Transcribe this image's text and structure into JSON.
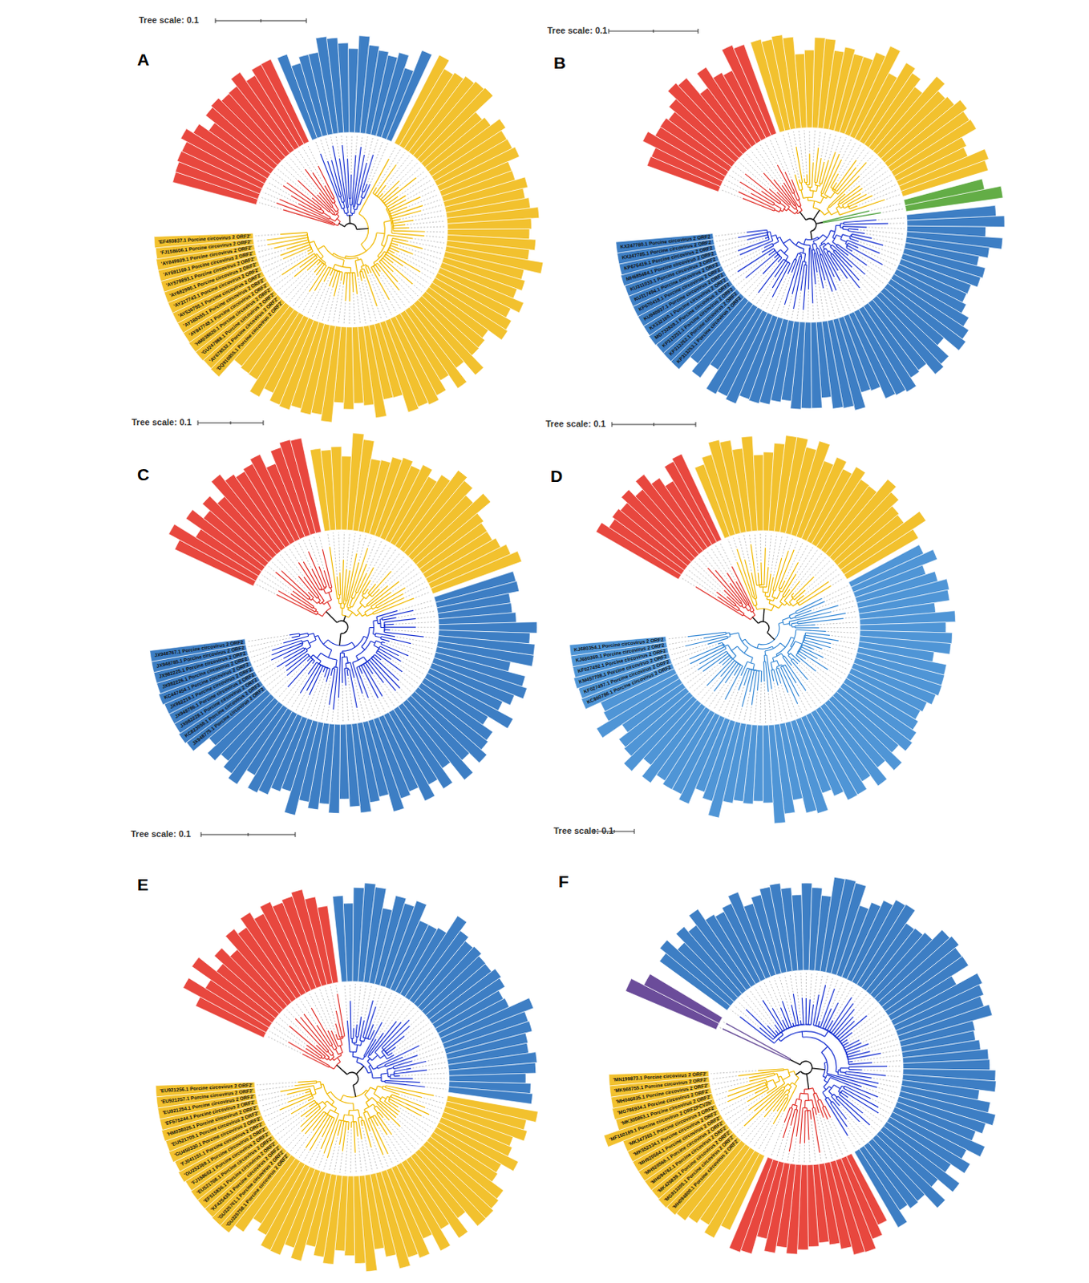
{
  "diagram": {
    "labels": [
      "Tree scale: 0.1",
      "A",
      "'EF493837.1 Porcine circovirus 2 ORF2'",
      "'FJ158606.1 Porcine circovirus 2 ORF2'",
      "'AY849939.1 Porcine circovirus 2 ORF2'",
      "'AY691169.1 Porcine circovirus 2 ORF2'",
      "'AY579893.1 Porcine circovirus 2 ORF2'",
      "'AY682990.1 Porcine circovirus 2 ORF2'",
      "'AY217743.1 Porcine circovirus 2 ORF2'",
      "'AY536755.1 Porcine circovirus 2 ORF2'",
      "'AY188355.1 Porcine circovirus 2 ORF2'",
      "'AY847748.1 Porcine circovirus 2 ORF2'",
      "'HM038020.1 Porcine circovirus 2 ORF2'",
      "'GU247988.1 Porcine circovirus 2 ORF2'",
      "'AY678532.1 Porcine circovirus 2 ORF2'",
      "'DQ910855.1 Porcine circovirus 2 ORF2'",
      "Tree scale: 0.1",
      "B",
      "KX247780.1 Porcine circovirus 2 ORF2",
      "KX247785.1 Porcine circovirus 2 ORF2",
      "KP676419.1 Porcine circovirus 2 ORF2",
      "MH685484.1 Porcine circovirus 2 ORF2",
      "KU311033.1 Porcine circovirus 2 ORF2",
      "KU317494.1 Porcine circovirus 2 ORF2",
      "KP670418.1 Porcine circovirus 2 ORF2",
      "KU940937.1 Porcine circovirus 2 ORF2",
      "KX332160.1 Porcine circovirus 2 ORF2",
      "MG732829.1 Porcine circovirus 2 ORF2",
      "KP313251.1 Porcine circovirus 2 ORF2",
      "KP313252.1 Porcine circovirus 2 ORF2",
      "KP313253.1 Porcine circovirus 2 ORF2",
      "Tree scale: 0.1",
      "C",
      "JX948767.1 Porcine circovirus 2 ORF2",
      "JX948785.1 Porcine circovirus 2 ORF2",
      "JX982225.1 Porcine circovirus 2 ORF2",
      "JX982226.1 Porcine circovirus 2 ORF2",
      "KC447454.1 Porcine circovirus 2 ORF2",
      "JX982219.1 Porcine circovirus 2 ORF2",
      "JX948786.1 Porcine circovirus 2 ORF2",
      "JX982228.1 Porcine circovirus 2 ORF2",
      "KC823059.1 Porcine circovirus 2 ORF2",
      "JX948775.1 Porcine circovirus 2 ORF2",
      "Tree scale: 0.1",
      "D",
      "KJ680354.1 Porcine circovirus 2 ORF2",
      "KJ680369.1 Porcine circovirus 2 ORF2",
      "KF027492.1 Porcine circovirus 2 ORF2",
      "KM457708.1 Porcine circovirus 2 ORF2",
      "KF027497.1 Porcine circovirus 2 ORF2",
      "KC860786.1 Porcine circovirus 2 ORF2",
      "Tree scale: 0.1",
      "E",
      "'EU921256.1 Porcine circovirus 2 ORF2'",
      "'EU921257.1 Porcine circovirus 2 ORF2'",
      "'EU921254.1 Porcine circovirus 2 ORF2'",
      "'EF675244.1 Porcine circovirus 2 ORF2'",
      "'HM038025.1 Porcine circovirus 2 ORF2'",
      "'EU521709.1 Porcine circovirus 2 ORF2'",
      "'GU450330.1 Porcine circovirus 2 ORF2'",
      "'FJ041151.1 Porcine circovirus 2 ORF2'",
      "'GU252369.1 Porcine circovirus 2 ORF2'",
      "'FJ158602.1 Porcine circovirus 2 ORF2'",
      "'EU521708.1 Porcine circovirus 2 ORF2'",
      "'EF515836.1 Porcine circovirus 2 ORF2'",
      "'KF425435.1 Porcine circovirus 2 ORF2'",
      "'GU325761.1 Porcine circovirus 2 ORF2'",
      "'GU325758.1 Porcine circovirus 2 ORF2'",
      "Tree scale: 0.1",
      "F",
      "'MN199873.1 Porcine circovirus 2 ORF2'",
      "'MK968755.1 Porcine circovirus 2 ORF2'",
      "'MH046835.1 Porcine circovirus 2 ORF2'",
      "'MG786934.1 Porcine circovirus 2 ORF2'",
      "'MK305863.1 Porcine circovirus 2 ORF2'",
      "'MF150189.1 Porcine circovirus 2 ORF2PCV2b'",
      "'MK347393.1 Porcine circovirus 2 ORF2'",
      "'MK552334.1 Porcine circovirus 2 ORF2'",
      "'MH920564.1 Porcine circovirus 2 ORF2'",
      "'MH920566.1 Porcine circovirus 2 ORF2'",
      "'MH094762.1 Porcine circovirus 2 ORF2'",
      "'MK426839.1 Porcine circovirus 2 ORF2'",
      "'MG813205.1 Porcine circovirus 2 ORF2'",
      "'MH094800.1 Porcine circovirus 2 ORF2'"
    ]
  }
}
